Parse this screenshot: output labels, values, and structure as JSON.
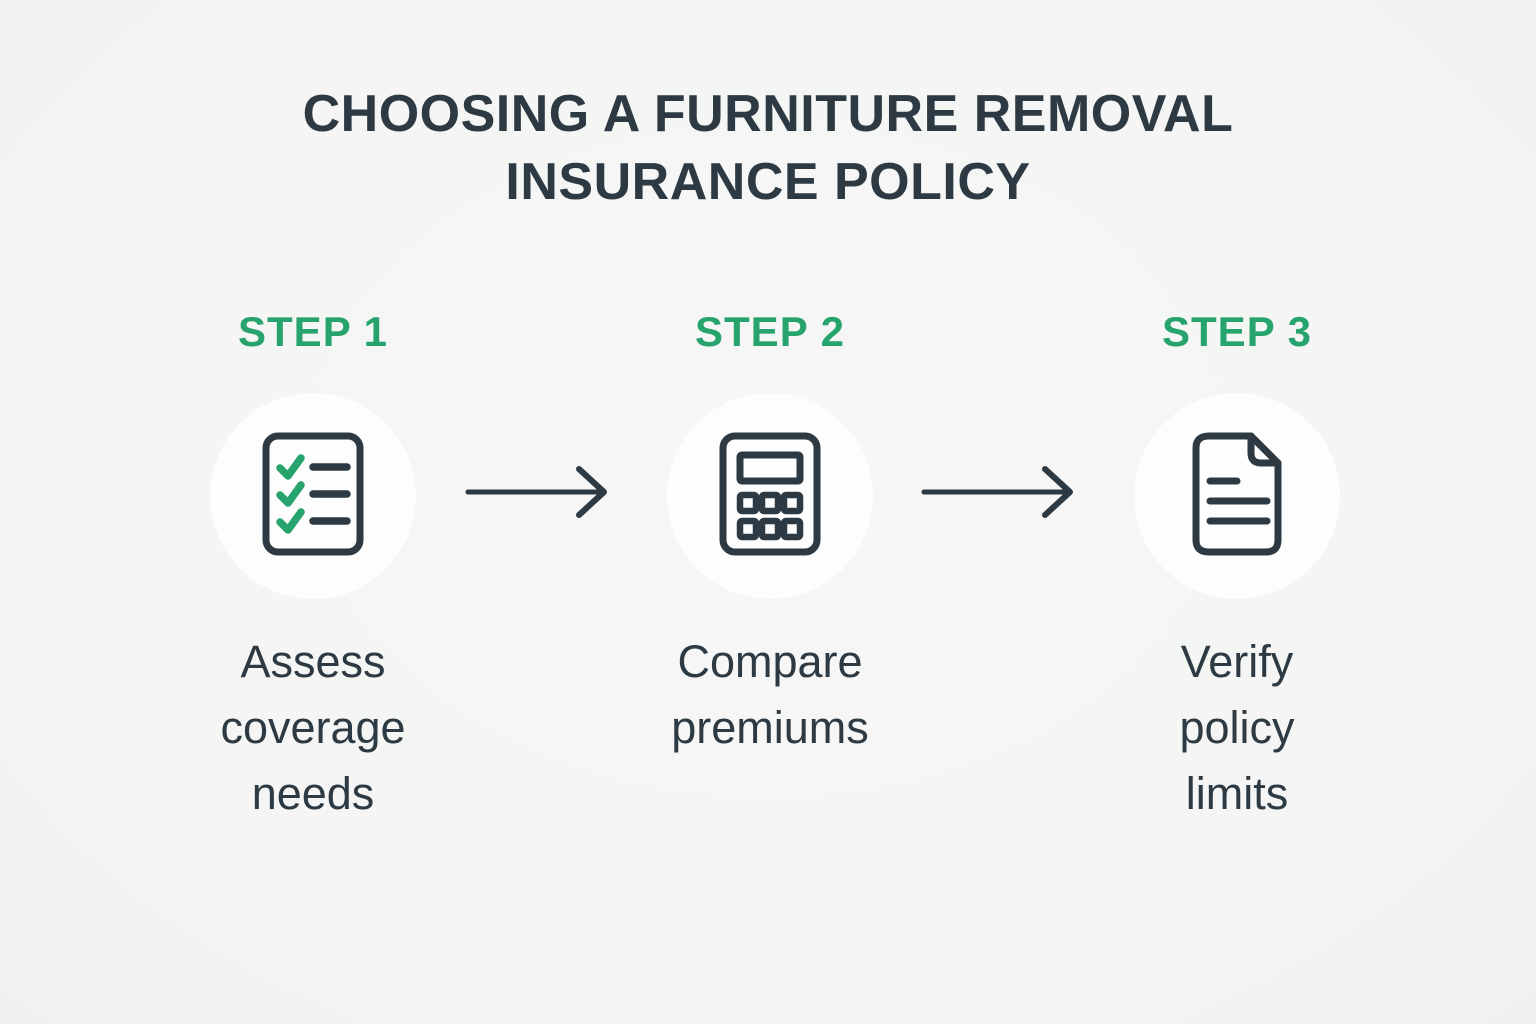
{
  "page": {
    "background": "#f4f5f4",
    "text_dark": "#2d3a43",
    "accent_green": "#27a46e",
    "circle_fill": "#fdfdfd"
  },
  "title": {
    "full": "CHOOSING A FURNITURE REMOVAL INSURANCE POLICY",
    "line1": "CHOOSING A FURNITURE REMOVAL",
    "line2": "INSURANCE POLICY"
  },
  "steps": [
    {
      "label": "STEP 1",
      "icon": "checklist-icon",
      "caption": "Assess coverage needs",
      "caption_lines": [
        "Assess",
        "coverage",
        "needs"
      ]
    },
    {
      "label": "STEP 2",
      "icon": "calculator-icon",
      "caption": "Compare premiums",
      "caption_lines": [
        "Compare",
        "premiums"
      ]
    },
    {
      "label": "STEP 3",
      "icon": "document-icon",
      "caption": "Verify policy limits",
      "caption_lines": [
        "Verify",
        "policy",
        "limits"
      ]
    }
  ]
}
